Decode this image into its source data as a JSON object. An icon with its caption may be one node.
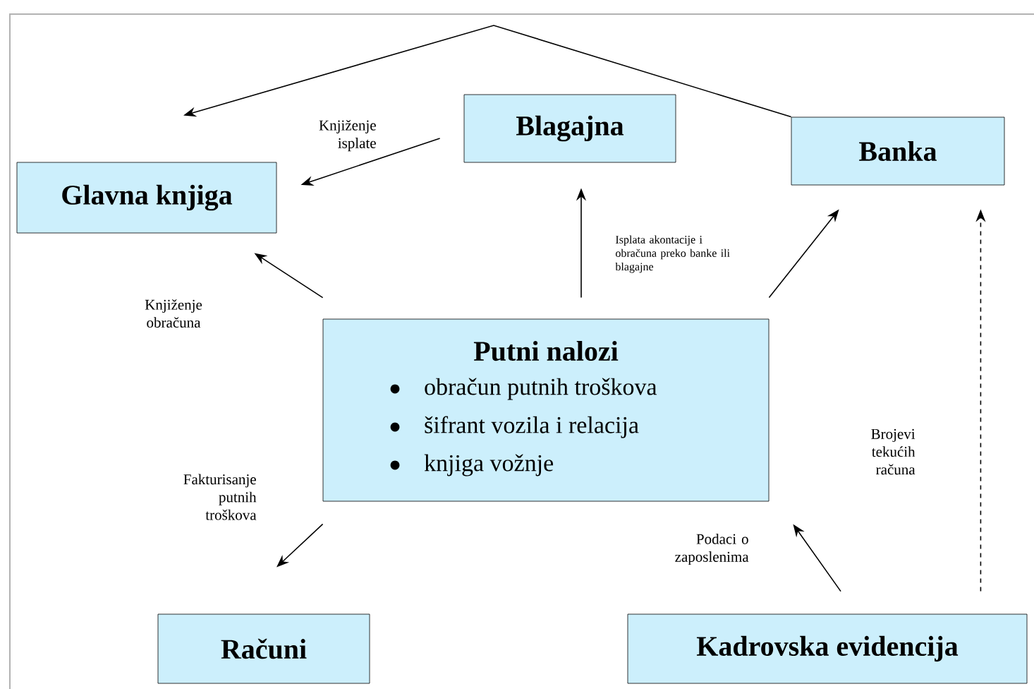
{
  "diagram": {
    "nodes": [
      {
        "text": [
          "Glavna knjiga"
        ]
      },
      {
        "text": [
          "Blagajna"
        ]
      },
      {
        "text": [
          "Banka"
        ]
      },
      {
        "text": [
          "Putni nalozi",
          "obračun putnih troškova",
          "šifrant vozila i relacija",
          "knjiga vožnje"
        ]
      },
      {
        "text": [
          "Računi"
        ]
      },
      {
        "text": [
          "Kadrovska evidencija"
        ]
      }
    ],
    "edges": [
      {
        "from": 2,
        "to": 0,
        "arrow": "to"
      },
      {
        "from": 1,
        "to": 0,
        "arrow": "to",
        "label": "Knjiženje isplate"
      },
      {
        "from": 3,
        "to": 0,
        "arrow": "to",
        "label": "Knjiženje obračuna"
      },
      {
        "from": 3,
        "to": 1,
        "arrow": "to",
        "label": "Isplata akontacije i obračuna preko banke ili blagajne"
      },
      {
        "from": 3,
        "to": 2,
        "arrow": "to"
      },
      {
        "from": 3,
        "to": 4,
        "arrow": "to",
        "label": "Fakturisanje putnih troškova"
      },
      {
        "from": 5,
        "to": 3,
        "arrow": "to",
        "label": "Podaci o zaposlenima"
      },
      {
        "from": 5,
        "to": 2,
        "arrow": "to",
        "style": "dashed",
        "label": "Brojevi tekućih računa"
      }
    ]
  }
}
